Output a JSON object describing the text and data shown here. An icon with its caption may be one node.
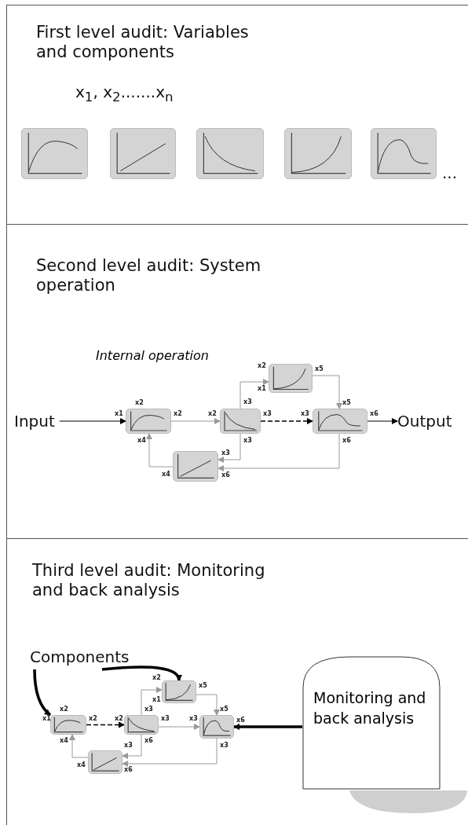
{
  "diagram": {
    "nodes": [
      {
        "text": [
          "First level audit: Variables and components"
        ]
      },
      {
        "text": [],
        "shape": "picture",
        "in": 0
      },
      {
        "text": [],
        "shape": "picture",
        "in": 0
      },
      {
        "text": [],
        "shape": "picture",
        "in": 0
      },
      {
        "text": [],
        "shape": "picture",
        "in": 0
      },
      {
        "text": [],
        "shape": "picture",
        "in": 0
      },
      {
        "text": [
          "Second level audit: System operation"
        ]
      },
      {
        "text": [
          "Input"
        ],
        "in": 6
      },
      {
        "text": [],
        "shape": "picture",
        "in": 6
      },
      {
        "text": [],
        "shape": "picture",
        "in": 6
      },
      {
        "text": [],
        "shape": "picture",
        "in": 6
      },
      {
        "text": [],
        "shape": "picture",
        "in": 6
      },
      {
        "text": [],
        "shape": "picture",
        "in": 6
      },
      {
        "text": [
          "Output"
        ],
        "in": 6
      },
      {
        "text": [
          "Third level audit: Monitoring and back analysis"
        ]
      },
      {
        "text": [
          "Components"
        ],
        "in": 14
      },
      {
        "text": [],
        "shape": "picture",
        "in": 14
      },
      {
        "text": [],
        "shape": "picture",
        "in": 14
      },
      {
        "text": [],
        "shape": "picture",
        "in": 14
      },
      {
        "text": [],
        "shape": "picture",
        "in": 14
      },
      {
        "text": [],
        "shape": "picture",
        "in": 14
      },
      {
        "text": [
          "Monitoring and back analysis"
        ],
        "in": 14
      }
    ],
    "edges": [
      {
        "from": 7,
        "to": 8,
        "arrow": "to",
        "color": "#000000"
      },
      {
        "from": 8,
        "to": 9,
        "arrow": "to"
      },
      {
        "from": 9,
        "to": 11,
        "arrow": "to",
        "style": "dashed",
        "color": "#000000"
      },
      {
        "from": 9,
        "to": 10,
        "arrow": "to"
      },
      {
        "from": 10,
        "to": 11,
        "arrow": "to"
      },
      {
        "from": 11,
        "to": 12,
        "arrow": "to"
      },
      {
        "from": 9,
        "to": 12,
        "arrow": "to"
      },
      {
        "from": 12,
        "to": 8,
        "arrow": "to"
      },
      {
        "from": 11,
        "to": 13,
        "arrow": "to",
        "color": "#000000"
      },
      {
        "from": 15,
        "to": 16,
        "arrow": "to",
        "style": "thick",
        "color": "#000000"
      },
      {
        "from": 15,
        "to": 18,
        "arrow": "to",
        "style": "thick",
        "color": "#000000"
      },
      {
        "from": 16,
        "to": 17,
        "arrow": "to",
        "style": "dashed",
        "color": "#000000"
      },
      {
        "from": 17,
        "to": 19,
        "arrow": "to"
      },
      {
        "from": 17,
        "to": 18,
        "arrow": "to"
      },
      {
        "from": 18,
        "to": 19,
        "arrow": "to"
      },
      {
        "from": 19,
        "to": 20,
        "arrow": "to"
      },
      {
        "from": 17,
        "to": 20,
        "arrow": "to"
      },
      {
        "from": 20,
        "to": 16,
        "arrow": "to"
      },
      {
        "from": 21,
        "to": 19,
        "arrow": "to",
        "style": "thick",
        "color": "#000000"
      }
    ],
    "labels": [
      "x$_{1}$, x$_{2}$.......x$_{n}$",
      "...",
      "Internal operation",
      "x2",
      "x5",
      "x1",
      "x2",
      "x3",
      "x5",
      "x1",
      "x2",
      "x2",
      "x3",
      "x3",
      "x6",
      "x4",
      "x3",
      "x6",
      "x3",
      "x4",
      "x6",
      "x2",
      "x5",
      "x1",
      "x2",
      "x3",
      "x5",
      "x1",
      "x2",
      "x2",
      "x3",
      "x3",
      "x6",
      "x4",
      "x3",
      "x6",
      "x3",
      "x4",
      "x6"
    ]
  }
}
